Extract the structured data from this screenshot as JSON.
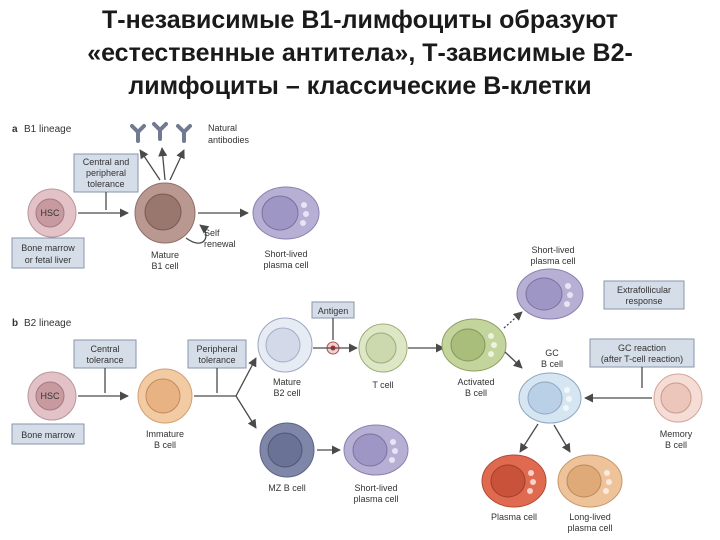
{
  "title": {
    "line1": "Т-независимые В1-лимфоциты образуют",
    "line2": "«естественные антитела», Т-зависимые В2-",
    "line3": "лимфоциты – классические В-клетки"
  },
  "panel_a": {
    "label": "a",
    "lineage": "B1 lineage",
    "natural_antibodies": [
      "Natural",
      "antibodies"
    ],
    "tolerance_box": [
      "Central and",
      "peripheral",
      "tolerance"
    ],
    "hsc": "HSC",
    "origin_box": [
      "Bone marrow",
      "or fetal liver"
    ],
    "mature_b1": [
      "Mature",
      "B1 cell"
    ],
    "self_renewal": [
      "Self",
      "renewal"
    ],
    "plasma": [
      "Short-lived",
      "plasma cell"
    ]
  },
  "panel_b": {
    "label": "b",
    "lineage": "B2 lineage",
    "central_box": [
      "Central",
      "tolerance"
    ],
    "peripheral_box": [
      "Peripheral",
      "tolerance"
    ],
    "hsc": "HSC",
    "origin_box": "Bone marrow",
    "immature": [
      "Immature",
      "B cell"
    ],
    "mature_b2": [
      "Mature",
      "B2 cell"
    ],
    "antigen_box": "Antigen",
    "t_cell": "T cell",
    "activated": [
      "Activated",
      "B cell"
    ],
    "short_plasma_top": [
      "Short-lived",
      "plasma cell"
    ],
    "extrafollicular_box": [
      "Extrafollicular",
      "response"
    ],
    "gc_cell": [
      "GC",
      "B cell"
    ],
    "gc_reaction_box": [
      "GC reaction",
      "(after T-cell reaction)"
    ],
    "memory": [
      "Memory",
      "B cell"
    ],
    "mz": "MZ B cell",
    "mz_plasma": [
      "Short-lived",
      "plasma cell"
    ],
    "plasma_cell": "Plasma cell",
    "long_plasma": [
      "Long-lived",
      "plasma cell"
    ]
  },
  "colors": {
    "box_fill": "#d5dde8",
    "box_stroke": "#8796ac",
    "arrow": "#4a4a4a",
    "hsc": "#e2c2c6",
    "b1": "#b89890",
    "plasma_purple": "#b7b0d4",
    "mature_b2": "#e7ebf4",
    "immature": "#f3cba3",
    "t_cell": "#dde7c6",
    "activated": "#c3d49c",
    "gc": "#d6e5f2",
    "memory": "#f5dcd5",
    "mz": "#7f87a8",
    "plasma_red": "#e06a50",
    "long_plasma": "#eec39a",
    "antibody": "#707a90"
  }
}
